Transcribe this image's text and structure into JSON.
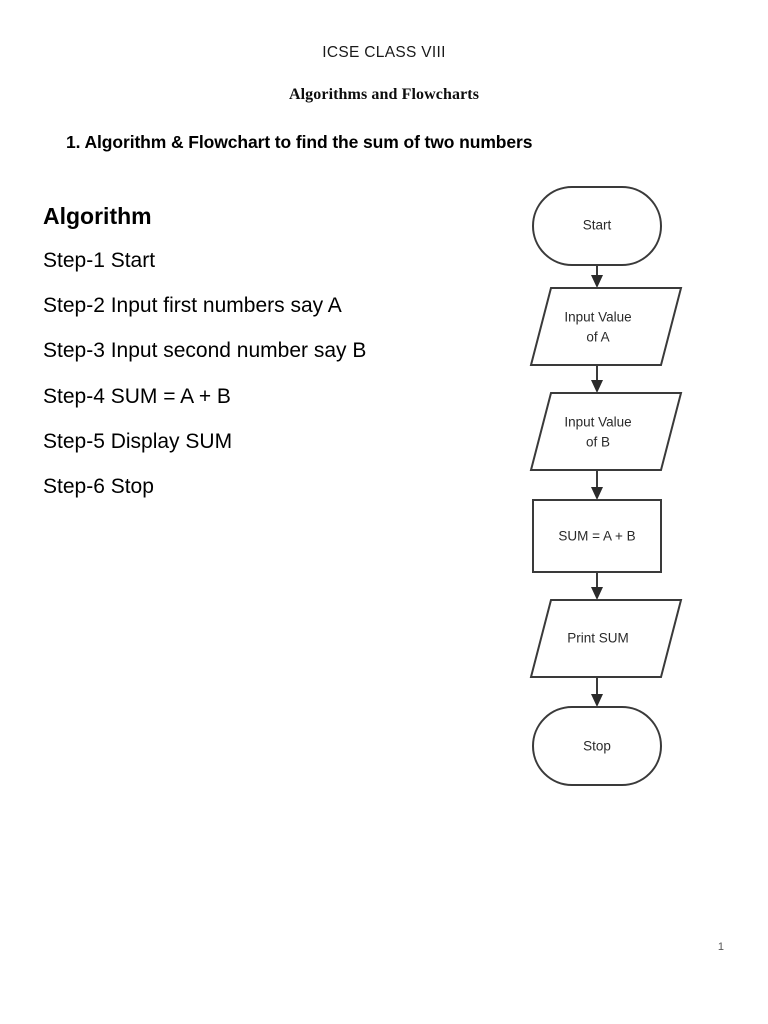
{
  "document": {
    "header_title": "ICSE CLASS VIII",
    "header_subtitle": "Algorithms and Flowcharts",
    "section_heading": "1. Algorithm & Flowchart to find the sum of two numbers",
    "page_number": "1"
  },
  "algorithm": {
    "title": "Algorithm",
    "steps": [
      "Step-1 Start",
      "Step-2 Input first numbers say A",
      "Step-3 Input second number say B",
      "Step-4 SUM = A + B",
      "Step-5 Display SUM",
      "Step-6 Stop"
    ]
  },
  "flowchart": {
    "stroke_color": "#3a3a3a",
    "fill_color": "#ffffff",
    "nodes": [
      {
        "id": "start",
        "shape": "terminator",
        "label_line1": "Start",
        "label_line2": ""
      },
      {
        "id": "input-a",
        "shape": "parallelogram",
        "label_line1": "Input Value",
        "label_line2": "of A"
      },
      {
        "id": "input-b",
        "shape": "parallelogram",
        "label_line1": "Input Value",
        "label_line2": "of B"
      },
      {
        "id": "process",
        "shape": "rectangle",
        "label_line1": "SUM = A + B",
        "label_line2": ""
      },
      {
        "id": "print",
        "shape": "parallelogram",
        "label_line1": "Print SUM",
        "label_line2": ""
      },
      {
        "id": "stop",
        "shape": "terminator",
        "label_line1": "Stop",
        "label_line2": ""
      }
    ]
  }
}
